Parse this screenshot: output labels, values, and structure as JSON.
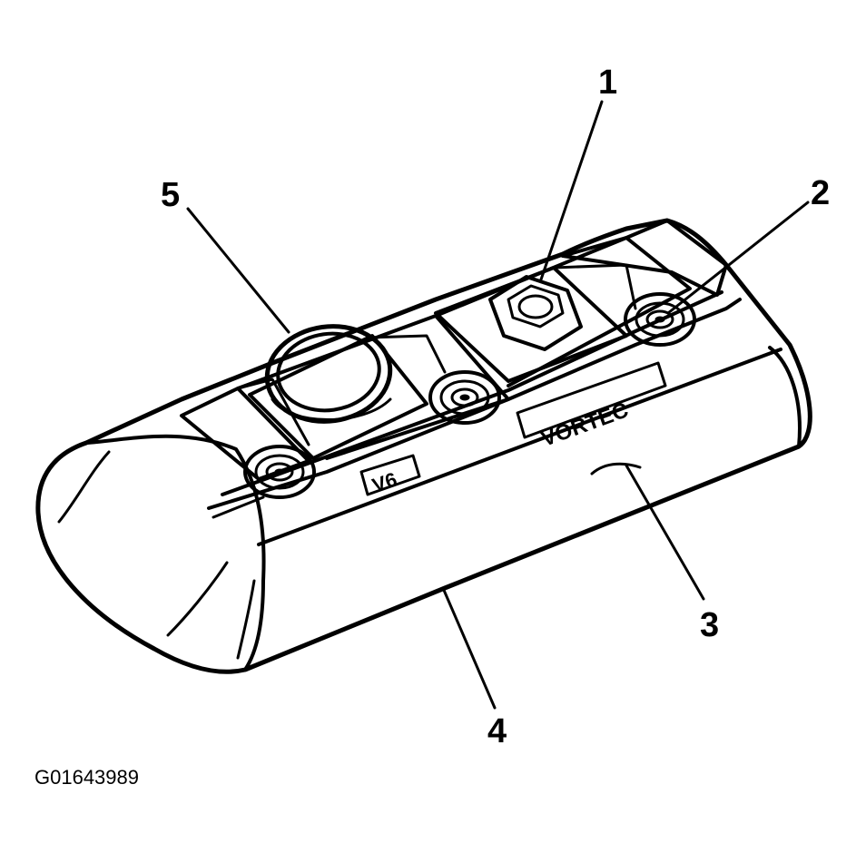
{
  "callouts": {
    "c1": "1",
    "c2": "2",
    "c3": "3",
    "c4": "4",
    "c5": "5"
  },
  "figure_id": "G01643989",
  "embossed_text": {
    "left": "V6",
    "right": "VORTEC"
  },
  "colors": {
    "ink": "#000000",
    "paper": "#ffffff"
  }
}
